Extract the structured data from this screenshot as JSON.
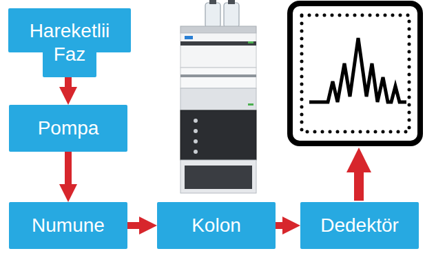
{
  "diagram": {
    "nodes": [
      {
        "text": [
          "Hareketlii Faz"
        ]
      },
      {
        "text": [
          "Pompa"
        ]
      },
      {
        "text": [
          "Numune"
        ]
      },
      {
        "text": [
          "Kolon"
        ]
      },
      {
        "text": [
          "Dedektör"
        ]
      }
    ],
    "edges": [
      {
        "from": 0,
        "to": 1,
        "arrow": "to"
      },
      {
        "from": 1,
        "to": 2,
        "arrow": "to"
      },
      {
        "from": 2,
        "to": 3,
        "arrow": "to"
      },
      {
        "from": 3,
        "to": 4,
        "arrow": "to"
      }
    ]
  }
}
